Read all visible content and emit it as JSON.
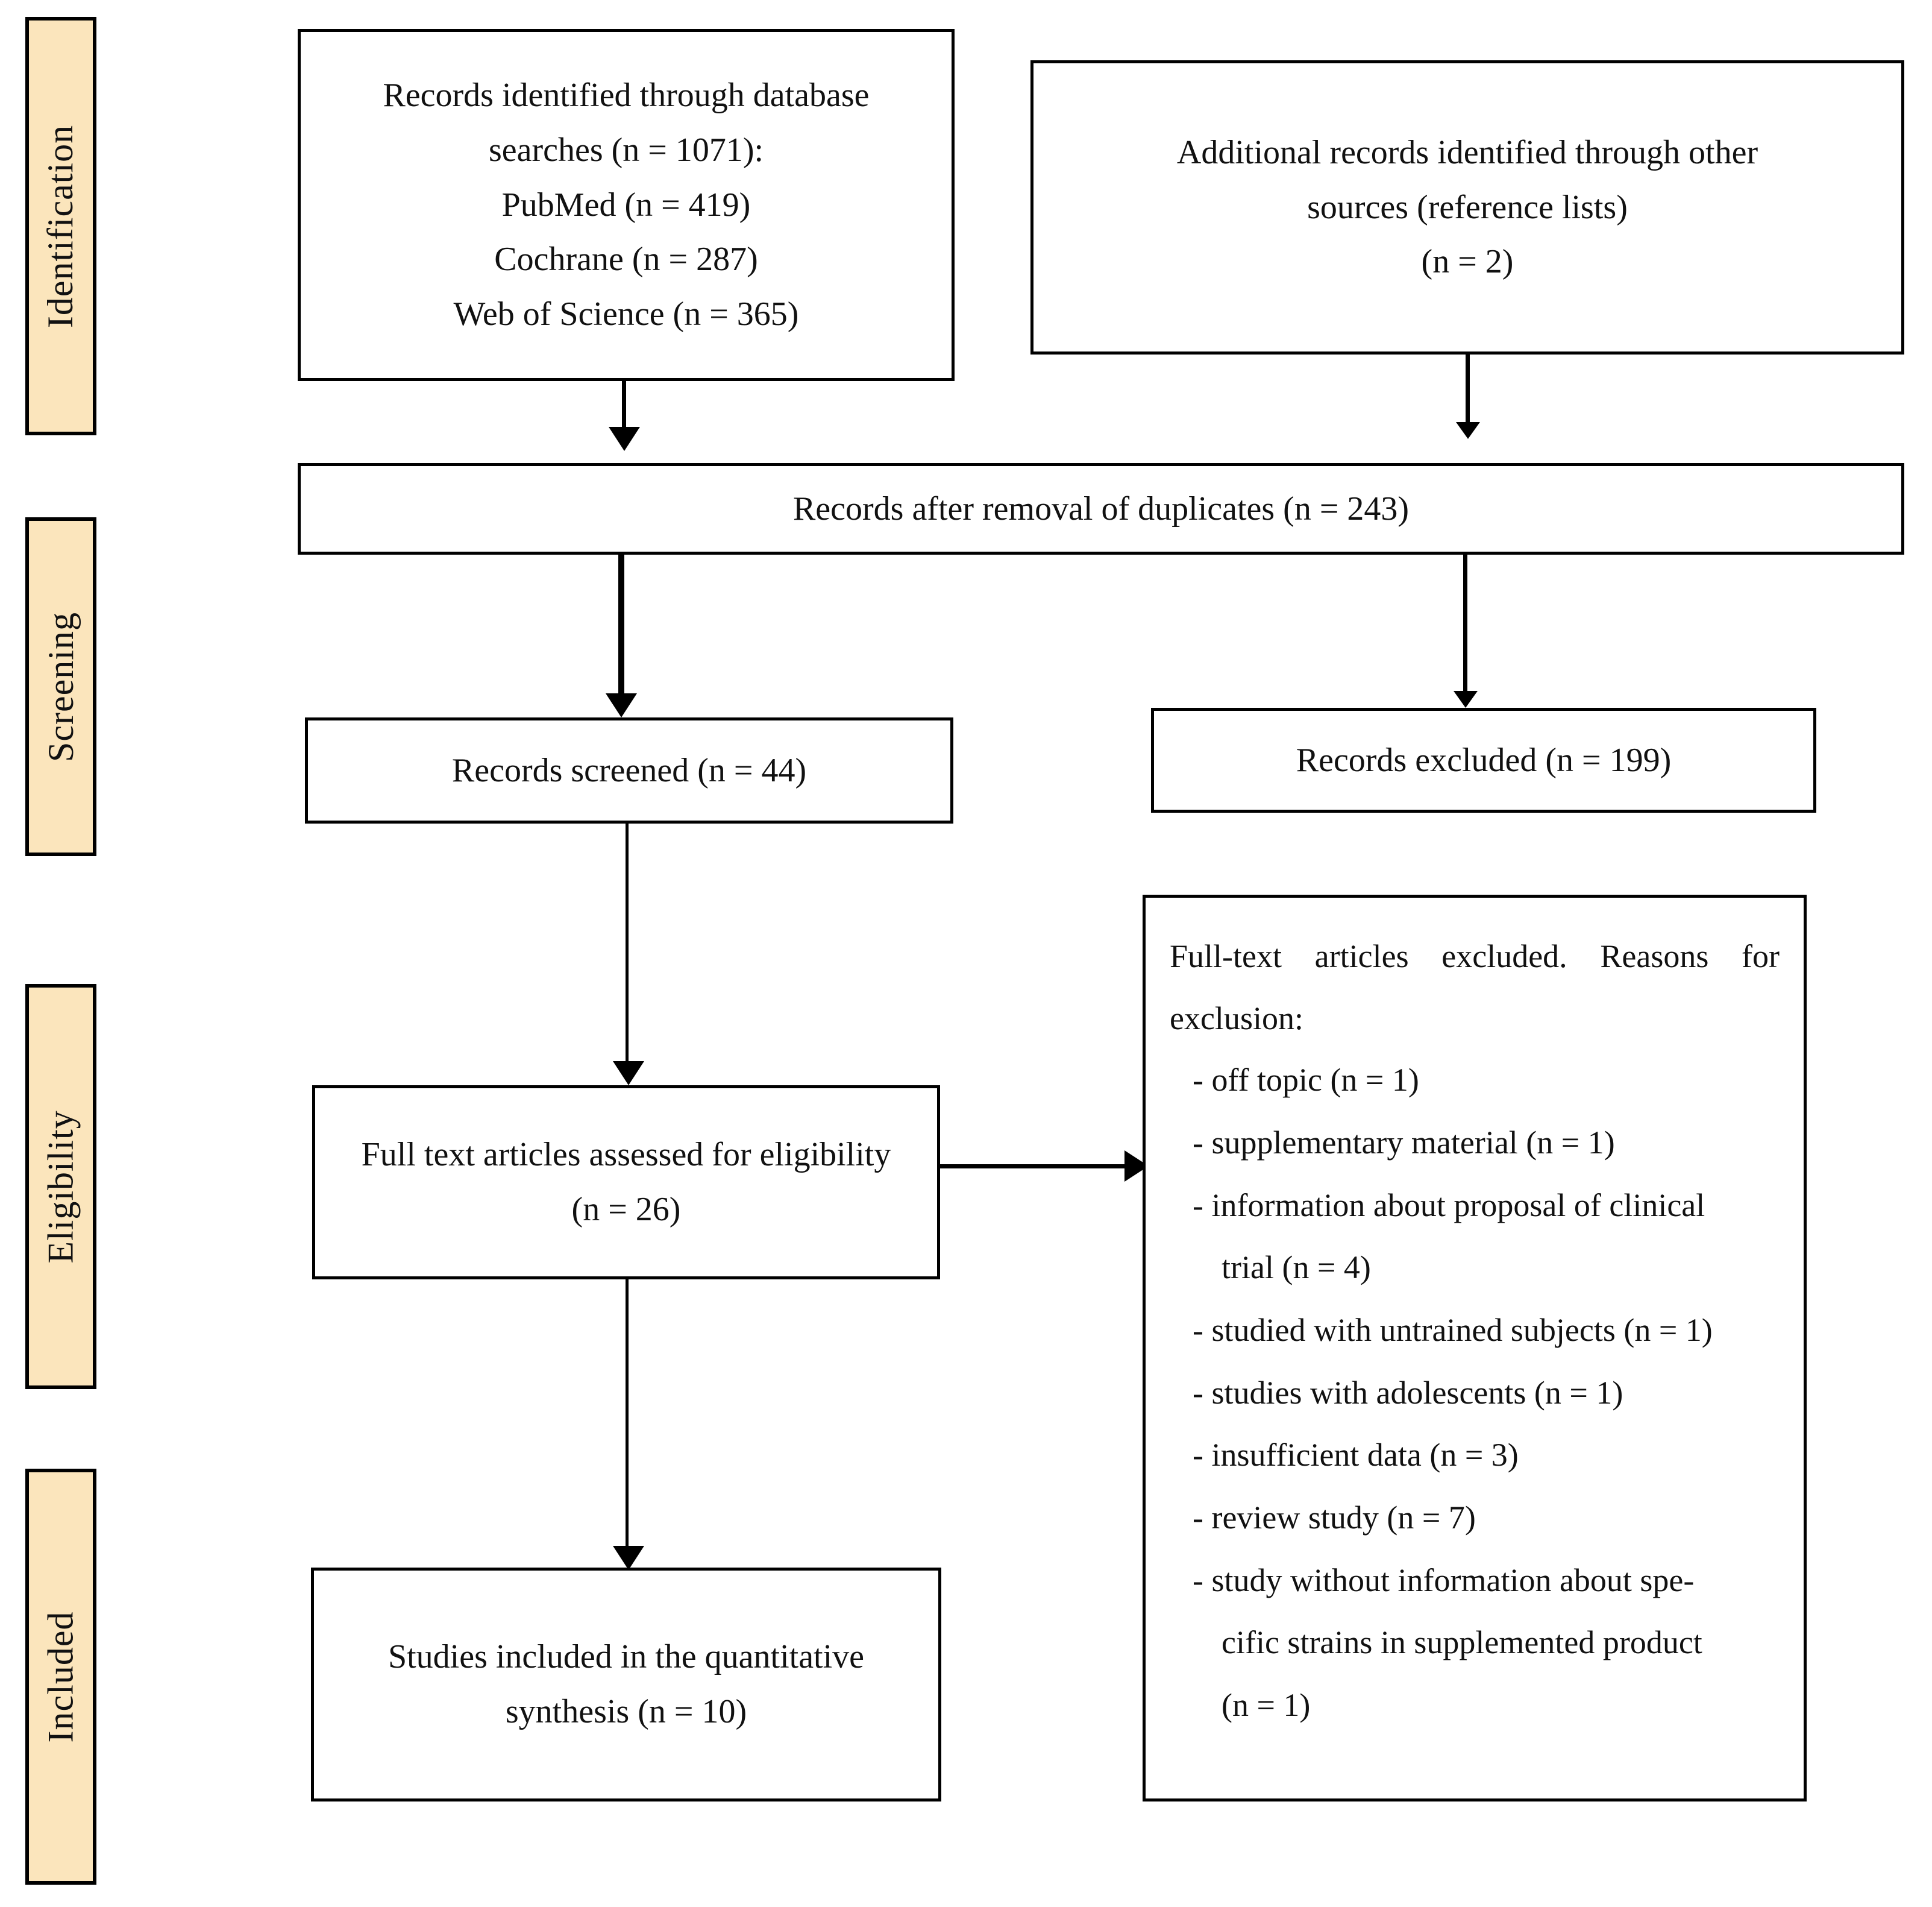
{
  "diagram": {
    "type": "prisma-flow-diagram",
    "stages": [
      {
        "id": "identification",
        "label": "Identification"
      },
      {
        "id": "screening",
        "label": "Screening"
      },
      {
        "id": "eligibility",
        "label": "Eligibility"
      },
      {
        "id": "included",
        "label": "Included"
      }
    ],
    "boxes": {
      "database_search": {
        "lines": [
          "Records identified through database",
          "searches (n = 1071):",
          "PubMed (n = 419)",
          "Cochrane (n = 287)",
          "Web of Science (n = 365)"
        ]
      },
      "other_sources": {
        "lines": [
          "Additional records identified through other",
          "sources (reference lists)",
          "(n = 2)"
        ]
      },
      "after_duplicates": {
        "lines": [
          "Records after removal of duplicates (n = 243)"
        ]
      },
      "records_screened": {
        "lines": [
          "Records screened (n = 44)"
        ]
      },
      "records_excluded": {
        "lines": [
          "Records excluded (n = 199)"
        ]
      },
      "fulltext_assessed": {
        "lines": [
          "Full text articles  assessed for eligibility",
          "(n = 26)"
        ]
      },
      "studies_included": {
        "lines": [
          "Studies included in the quantitative",
          "synthesis (n = 10)"
        ]
      },
      "fulltext_excluded": {
        "heading_line_1": "Full-text articles excluded. Reasons for",
        "heading_line_2": "exclusion:",
        "reasons": [
          {
            "text": "- off topic (n = 1)",
            "cont": ""
          },
          {
            "text": "- supplementary material  (n = 1)",
            "cont": ""
          },
          {
            "text": "- information about proposal of clinical",
            "cont": "trial (n = 4)"
          },
          {
            "text": "- studied with untrained subjects (n = 1)",
            "cont": ""
          },
          {
            "text": "- studies with adolescents (n = 1)",
            "cont": ""
          },
          {
            "text": "- insufficient data (n = 3)",
            "cont": ""
          },
          {
            "text": "- review study (n = 7)",
            "cont": ""
          },
          {
            "text": "- study without information about spe-",
            "cont": "cific strains in supplemented product"
          },
          {
            "text": "(n = 1)",
            "cont": ""
          }
        ]
      }
    },
    "colors": {
      "stage_label_fill": "#fbe5bc",
      "border": "#000000",
      "box_fill": "#ffffff",
      "text": "#111111"
    }
  }
}
